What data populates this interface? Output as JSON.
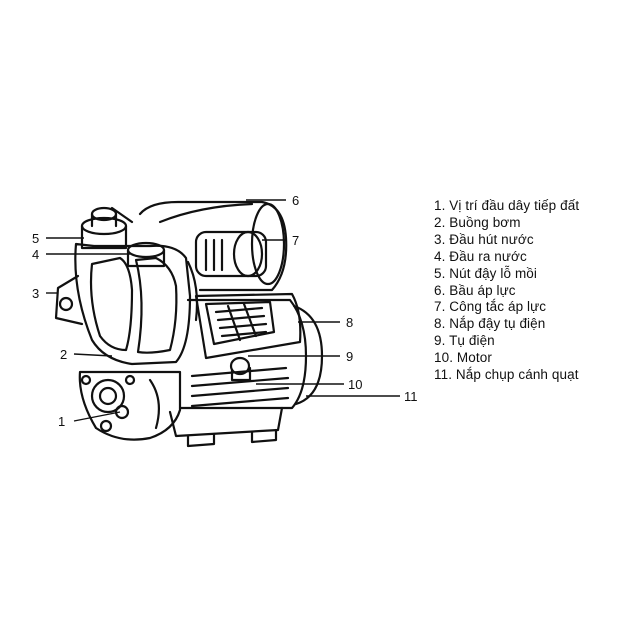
{
  "legend": [
    "1. Vị trí đầu dây tiếp đất",
    "2. Buồng bơm",
    "3. Đầu hút nước",
    "4. Đầu ra nước",
    "5. Nút đậy lỗ mồi",
    "6. Bầu áp lực",
    "7. Công tắc áp lực",
    "8. Nắp đậy tụ điện",
    "9. Tụ điện",
    "10. Motor",
    "11. Nắp chụp cánh quạt"
  ],
  "callouts": [
    "1",
    "2",
    "3",
    "4",
    "5",
    "6",
    "7",
    "8",
    "9",
    "10",
    "11"
  ],
  "colors": {
    "ink": "#111111",
    "background": "#ffffff"
  }
}
